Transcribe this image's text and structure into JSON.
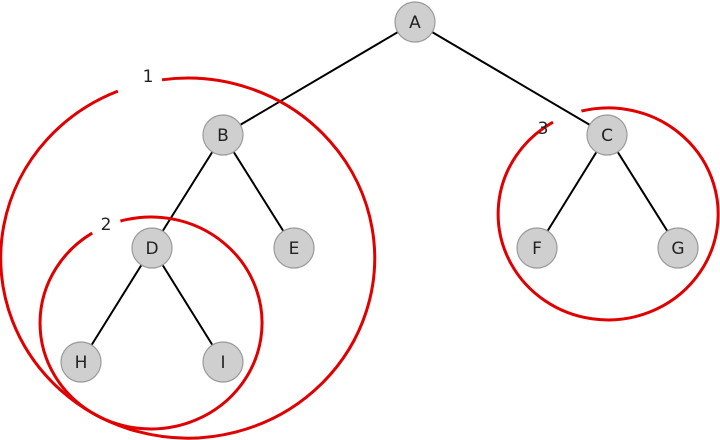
{
  "tree": {
    "nodes": [
      {
        "id": "A",
        "label": "A"
      },
      {
        "id": "B",
        "label": "B"
      },
      {
        "id": "C",
        "label": "C"
      },
      {
        "id": "D",
        "label": "D"
      },
      {
        "id": "E",
        "label": "E"
      },
      {
        "id": "F",
        "label": "F"
      },
      {
        "id": "G",
        "label": "G"
      },
      {
        "id": "H",
        "label": "H"
      },
      {
        "id": "I",
        "label": "I"
      }
    ],
    "edges": [
      [
        "A",
        "B"
      ],
      [
        "A",
        "C"
      ],
      [
        "B",
        "D"
      ],
      [
        "B",
        "E"
      ],
      [
        "C",
        "F"
      ],
      [
        "C",
        "G"
      ],
      [
        "D",
        "H"
      ],
      [
        "D",
        "I"
      ]
    ]
  },
  "subtrees": [
    {
      "label": "1",
      "root": "B"
    },
    {
      "label": "2",
      "root": "D"
    },
    {
      "label": "3",
      "root": "C"
    }
  ],
  "colors": {
    "ring": "#e00000",
    "node_fill": "#cfcfcf",
    "edge": "#000000"
  }
}
